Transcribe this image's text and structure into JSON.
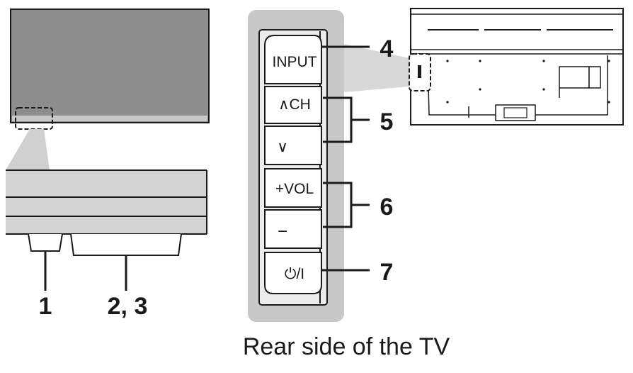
{
  "buttons": [
    {
      "id": "input",
      "label": "INPUT"
    },
    {
      "id": "ch-up",
      "label": "∧CH"
    },
    {
      "id": "ch-down",
      "label": "∨"
    },
    {
      "id": "vol-up",
      "label": "+VOL"
    },
    {
      "id": "vol-down",
      "label": "−"
    },
    {
      "id": "power",
      "label": "⏻/I"
    }
  ],
  "callouts": {
    "input": "4",
    "channel": "5",
    "volume": "6",
    "power": "7",
    "sensor_left": "1",
    "sensor_right": "2, 3"
  },
  "caption": "Rear side of the TV",
  "colors": {
    "panel_gray": "#c8c8c8",
    "screen_gray": "#8e8e8e",
    "body_gray": "#d4d4d4",
    "outline": "#1a1a1a"
  }
}
